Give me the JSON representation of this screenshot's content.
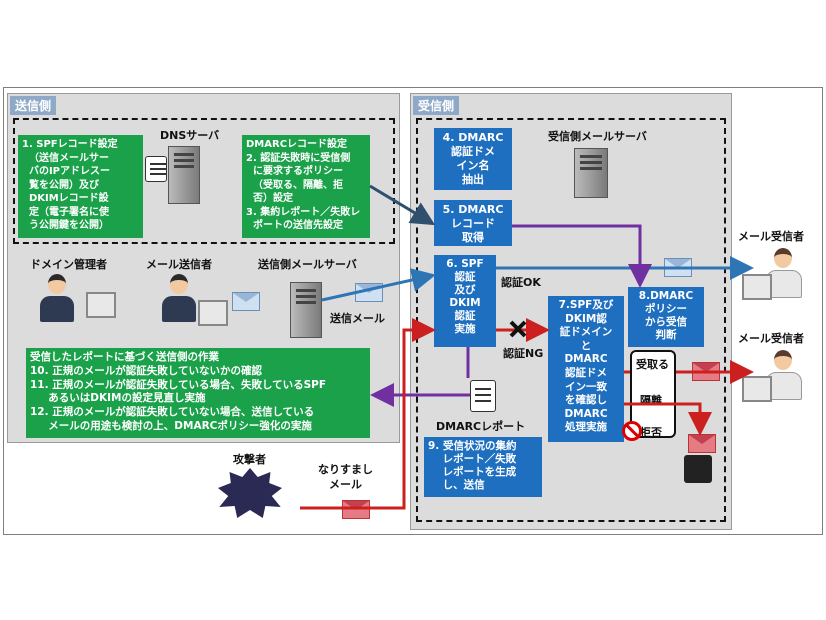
{
  "sender_panel": {
    "tag": "送信側"
  },
  "receiver_panel": {
    "tag": "受信側"
  },
  "labels": {
    "dns_server": "DNSサーバ",
    "domain_admin": "ドメイン管理者",
    "mail_sender": "メール送信者",
    "sending_server": "送信側メールサーバ",
    "sent_mail": "送信メール",
    "receiving_server": "受信側メールサーバ",
    "recipient_top": "メール受信者",
    "recipient_bottom": "メール受信者",
    "auth_ok": "認証OK",
    "auth_ng": "認証NG",
    "dmarc_report": "DMARCレポート",
    "attacker": "攻撃者",
    "spoofed_mail": "なりすまし\nメール",
    "accept": "受取る",
    "quarantine": "隔離",
    "reject": "拒否"
  },
  "boxes": {
    "spf_dkim_setup": "1. SPFレコード設定\n  （送信メールサー\n  バのIPアドレスー\n  覧を公開）及び\n  DKIMレコード設\n  定（電子署名に使\n  う公開鍵を公開）",
    "dmarc_setup": "DMARCレコード設定\n2. 認証失敗時に受信側\n  に要求するポリシー\n  （受取る、隔離、拒\n  否）設定\n3. 集約レポート／失敗レ\n  ポートの送信先設定",
    "sender_actions": "受信したレポートに基づく送信側の作業\n10. 正規のメールが認証失敗していないかの確認\n11. 正規のメールが認証失敗している場合、失敗しているSPF\n     あるいはDKIMの設定見直し実施\n12. 正規のメールが認証失敗していない場合、送信している\n     メールの用途も検討の上、DMARCポリシー強化の実施",
    "step4": "4. DMARC\n認証ドメ\nイン名\n抽出",
    "step5": "5. DMARC\nレコード\n取得",
    "step6": "6. SPF\n認証\n及び\nDKIM\n認証\n実施",
    "step7": "7.SPF及び\nDKIM認\n証ドメイン\nと\nDMARC\n認証ドメ\nイン一致\nを確認し\nDMARC\n処理実施",
    "step8": "8.DMARC\nポリシー\nから受信\n判断",
    "step9": "9. 受信状況の集約\n    レポート／失敗\n    レポートを生成\n    し、送信"
  },
  "colors": {
    "green": "#1aa14a",
    "blue": "#1f6fc0",
    "red_arrow": "#cc1f1f",
    "purple_arrow": "#7030a0",
    "blue_arrow": "#2e75b6",
    "navy_arrow": "#2f4f6f"
  },
  "icons": [
    "server-icon",
    "envelope-icon",
    "document-icon",
    "person-icon",
    "cross-mark-icon",
    "prohibited-icon",
    "trash-bin-icon"
  ]
}
